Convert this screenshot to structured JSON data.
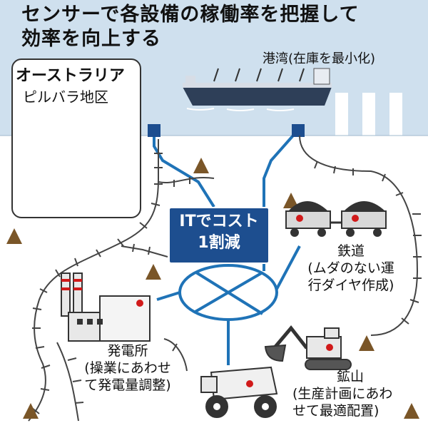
{
  "title": {
    "line1": "センサーで各設備の稼働率を把握して",
    "line2": "効率を向上する"
  },
  "port": {
    "label": "港湾(在庫を最小化)"
  },
  "map": {
    "country": "オーストラリア",
    "region": "ピルバラ地区"
  },
  "it_badge": {
    "line1": "ITでコスト",
    "line2": "1割減"
  },
  "railway": {
    "name": "鉄道",
    "desc_line1": "(ムダのない運",
    "desc_line2": "行ダイヤ作成)"
  },
  "power_plant": {
    "name": "発電所",
    "desc_line1": "(操業にあわせ",
    "desc_line2": "て発電量調整)"
  },
  "mine": {
    "name": "鉱山",
    "desc_line1": "(生産計画にあわ",
    "desc_line2": "せて最適配置)"
  },
  "colors": {
    "sky": "#cfe0ee",
    "ground": "#ffffff",
    "network_blue": "#1f73b7",
    "badge_blue": "#1d4e8f",
    "mountain_brown": "#7a5628",
    "rail_dark": "#444444",
    "emblem_red": "#d11a1a"
  }
}
